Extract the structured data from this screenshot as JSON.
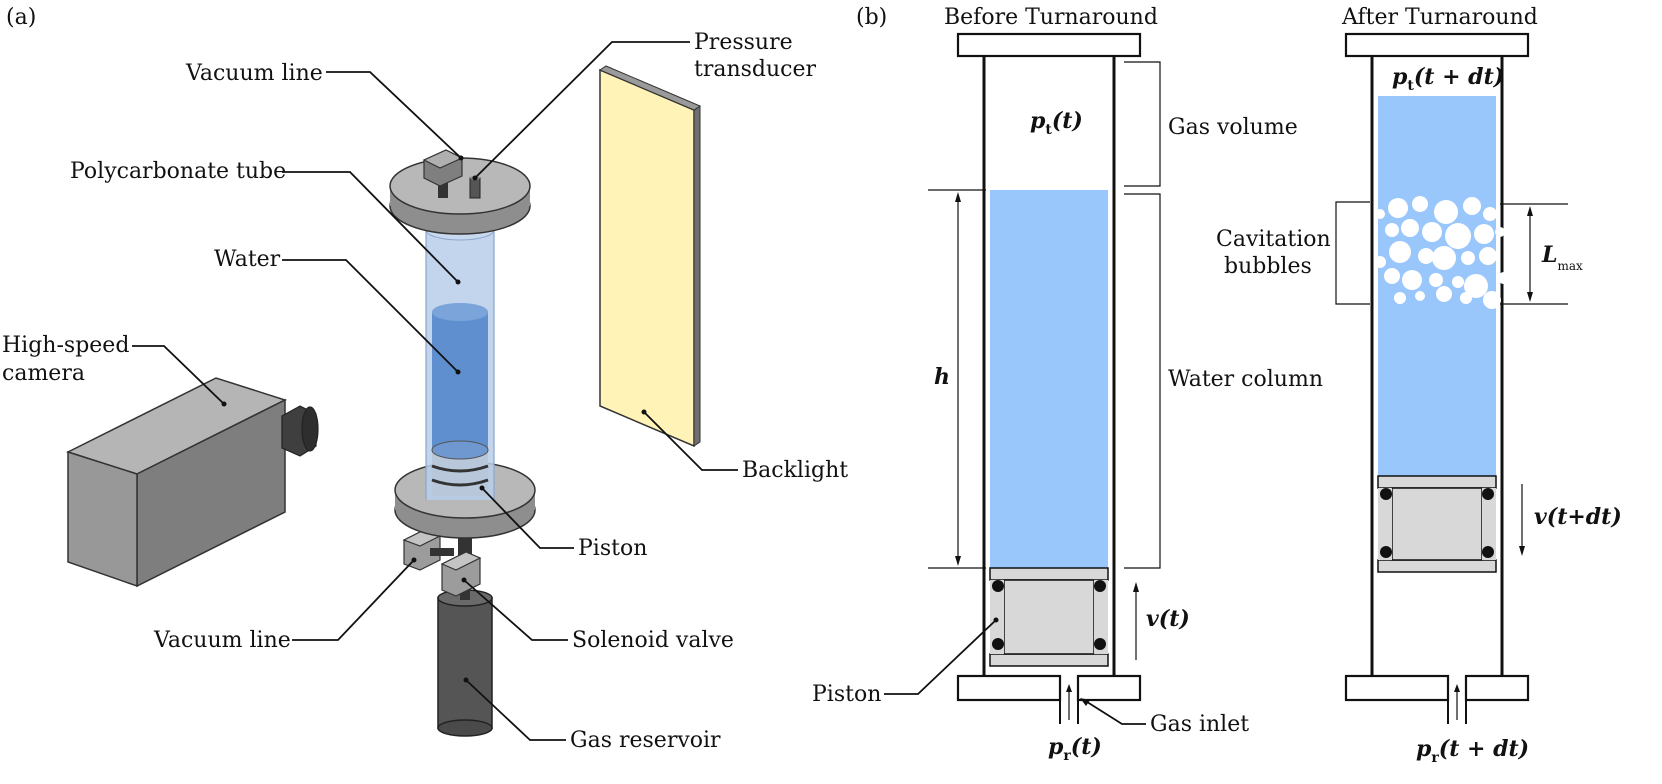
{
  "panel_a": {
    "tag": "(a)",
    "labels": {
      "vacuum_line_top": "Vacuum line",
      "pressure_transducer_1": "Pressure",
      "pressure_transducer_2": "transducer",
      "polycarbonate_tube": "Polycarbonate tube",
      "water": "Water",
      "camera_1": "High-speed",
      "camera_2": "camera",
      "backlight": "Backlight",
      "piston": "Piston",
      "vacuum_line_bottom": "Vacuum line",
      "solenoid_valve": "Solenoid valve",
      "gas_reservoir": "Gas reservoir"
    }
  },
  "panel_b": {
    "tag": "(b)",
    "before": {
      "title": "Before Turnaround",
      "gas_volume": "Gas volume",
      "water_column": "Water column",
      "piston": "Piston",
      "gas_inlet": "Gas inlet",
      "h": "h",
      "pt_main": "p",
      "pt_sub": "t",
      "pt_arg": "(t)",
      "pr_main": "p",
      "pr_sub": "r",
      "pr_arg": "(t)",
      "v": "v(t)"
    },
    "after": {
      "title": "After Turnaround",
      "cavitation_1": "Cavitation",
      "cavitation_2": "bubbles",
      "L_main": "L",
      "L_sub": "max",
      "pt_main": "p",
      "pt_sub": "t",
      "pt_arg": "(t + dt)",
      "pr_main": "p",
      "pr_sub": "r",
      "pr_arg": "(t + dt)",
      "v": "v(t+dt)"
    }
  },
  "colors": {
    "water_blue": "#99c6fb",
    "tube_blue": "#a9c4e8",
    "water_dark": "#5b8ccc",
    "backlight_yellow": "#fff3b8",
    "metal_gray": "#a6a6a6",
    "piston_gray": "#d8d8d8"
  }
}
